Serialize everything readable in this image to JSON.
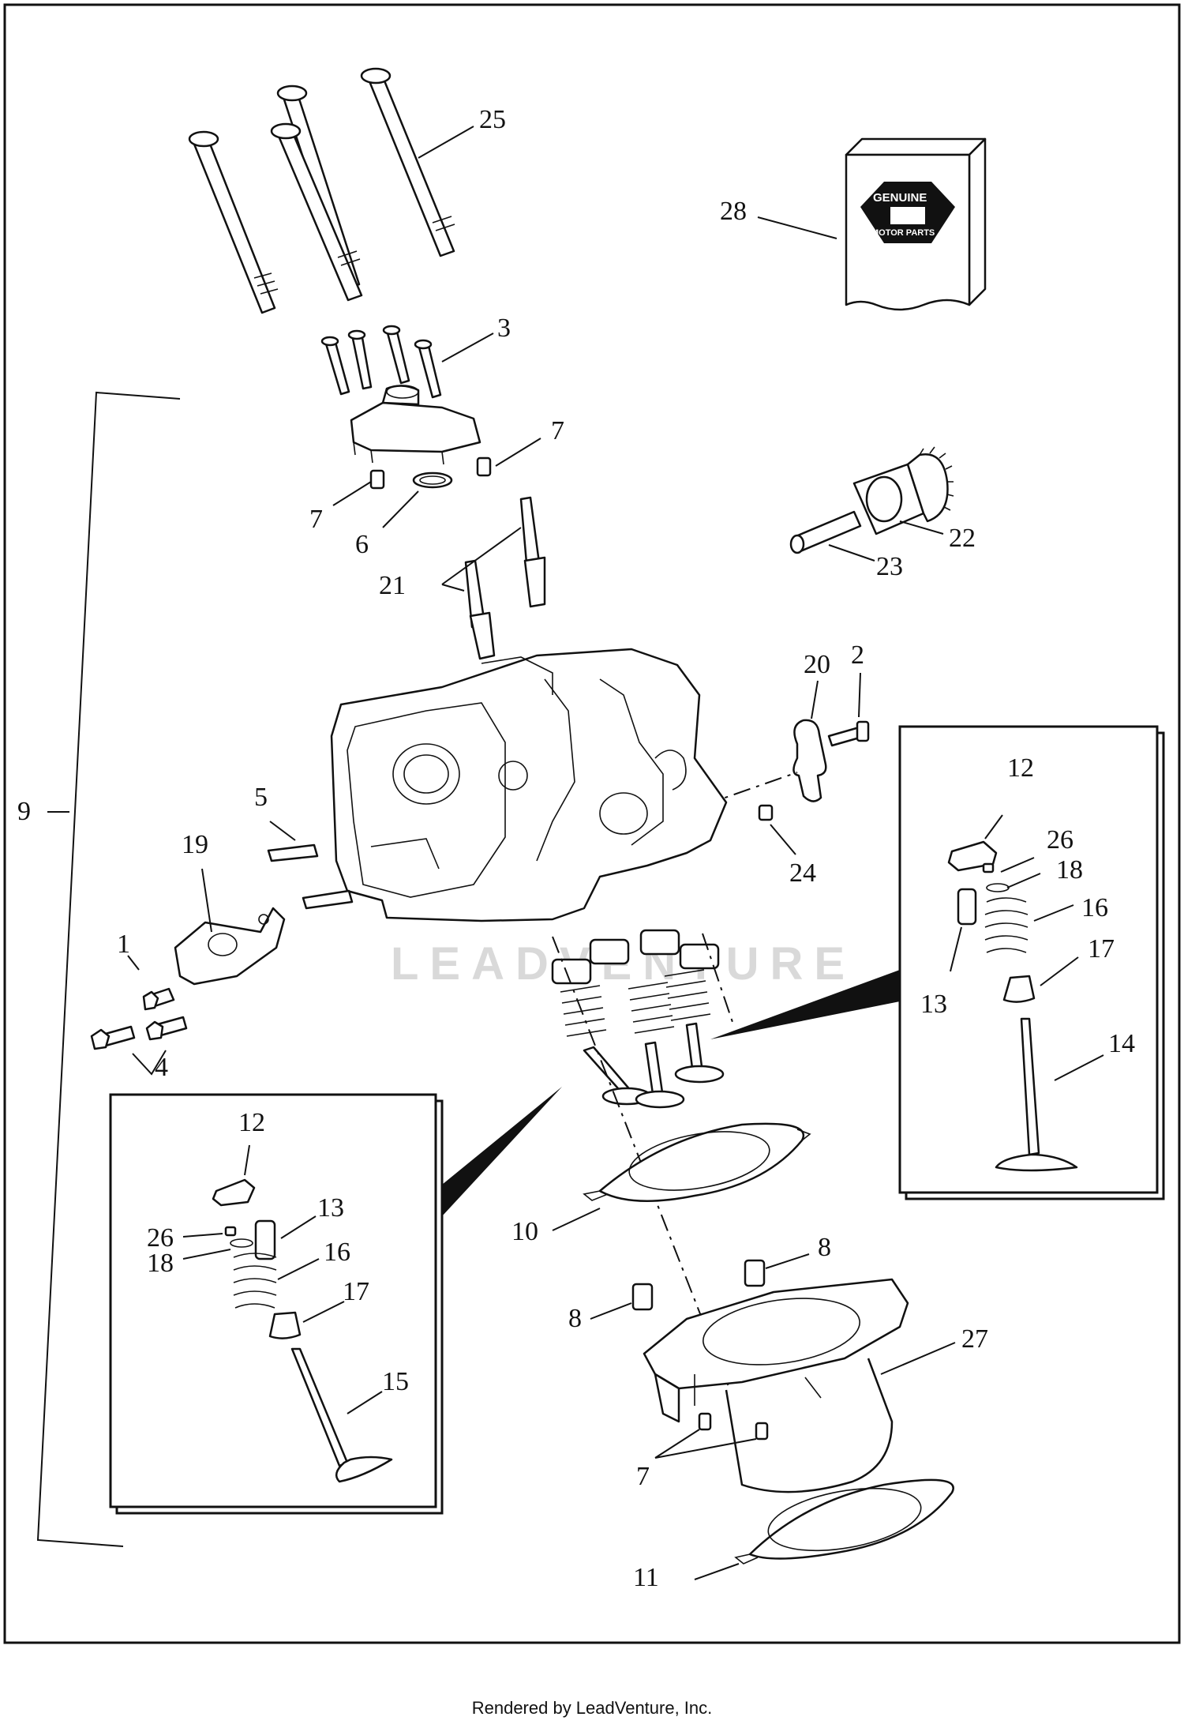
{
  "watermark": "LEADVENTURE",
  "logo": {
    "line1": "GENUINE",
    "line2": "MOTOR PARTS"
  },
  "credit": "Rendered by LeadVenture, Inc.",
  "callouts": {
    "c1": "1",
    "c2": "2",
    "c3": "3",
    "c4": "4",
    "c5": "5",
    "c6": "6",
    "c7a": "7",
    "c7b": "7",
    "c7c": "7",
    "c8a": "8",
    "c8b": "8",
    "c9": "9",
    "c10": "10",
    "c11": "11",
    "c14": "14",
    "c15": "15",
    "c12r": "12",
    "c13r": "13",
    "c16r": "16",
    "c17r": "17",
    "c18r": "18",
    "c26r": "26",
    "c12l": "12",
    "c13l": "13",
    "c16l": "16",
    "c17l": "17",
    "c18l": "18",
    "c26l": "26",
    "c19": "19",
    "c20": "20",
    "c21": "21",
    "c22": "22",
    "c23": "23",
    "c24": "24",
    "c25": "25",
    "c27": "27",
    "c28": "28"
  }
}
